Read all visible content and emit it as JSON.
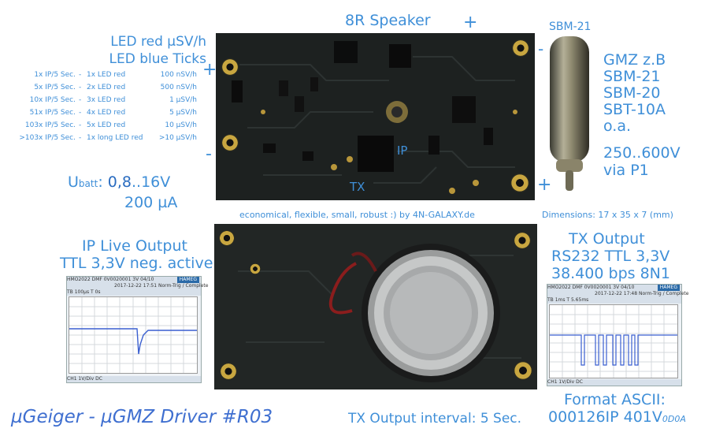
{
  "top_labels": {
    "speaker": "8R Speaker",
    "tube_name": "SBM-21",
    "plus_top": "+",
    "minus_right": "-",
    "plus_left": "+",
    "minus_left": "-",
    "plus_bottom": "+",
    "ip_marker": "IP",
    "tx_marker": "TX"
  },
  "led_header": {
    "line1": "LED red µSV/h",
    "line2": "LED blue Ticks"
  },
  "led_table": [
    {
      "ip": "1x IP/5 Sec.",
      "dash": "-",
      "led": "1x LED red",
      "rate": "100 nSV/h"
    },
    {
      "ip": "5x IP/5 Sec.",
      "dash": "-",
      "led": "2x LED red",
      "rate": "500 nSV/h"
    },
    {
      "ip": "10x IP/5 Sec.",
      "dash": "-",
      "led": "3x LED red",
      "rate": "1 µSV/h"
    },
    {
      "ip": "51x IP/5 Sec.",
      "dash": "-",
      "led": "4x LED red",
      "rate": "5 µSV/h"
    },
    {
      "ip": "103x IP/5 Sec.",
      "dash": "-",
      "led": "5x LED red",
      "rate": "10 µSV/h"
    },
    {
      "ip": ">103x IP/5 Sec.",
      "dash": "-",
      "led": "1x long LED red",
      "rate": ">10 µSV/h"
    }
  ],
  "power": {
    "ubatt_label": "U",
    "ubatt_sub": "batt",
    "ubatt_colon": ":",
    "voltage_a": "0,8",
    "voltage_b": "..16V",
    "current": "200 µA"
  },
  "tube_info": {
    "lines": [
      "GMZ z.B",
      "SBM-21",
      "SBM-20",
      "SBT-10A",
      "o.a."
    ],
    "voltage": "250..600V",
    "via": "via P1"
  },
  "middle": {
    "slogan": "economical, flexible, small, robust :) by 4N-GALAXY.de",
    "dimensions": "Dimensions: 17 x 35 x 7 (mm)"
  },
  "ip_output": {
    "line1": "IP Live Output",
    "line2": "TTL 3,3V neg. active"
  },
  "tx_output": {
    "line1": "TX Output",
    "line2": "RS232 TTL 3,3V",
    "line3": "38.400 bps 8N1"
  },
  "footer": {
    "title": "µGeiger - µGMZ Driver #R03",
    "interval": "TX Output interval: 5 Sec.",
    "format_label": "Format ASCII:",
    "format_value": "000126IP 401V",
    "format_suffix": "0D0A"
  },
  "scope_left": {
    "brand": "HAMEG",
    "header": "HMO2022 DMF 0V0020001 3V 04/10",
    "status": "2017-12-22 17:51 Norm-Trig / Complete",
    "tb": "TB 100µs   T 0s",
    "ch": "CH1 1V/Div DC"
  },
  "scope_right": {
    "brand": "HAMEG",
    "header": "HMO2022 DMF 0V0020001 3V 04/10",
    "status": "2017-12-22 17:48 Norm-Trig / Complete",
    "tb": "TB 1ms   T 5.65ms",
    "ch": "CH1 1V/Div DC"
  },
  "colors": {
    "accent_blue": "#3f8fd8",
    "title_blue": "#3f6fd0",
    "pcb_dark": "#1c1f1f",
    "pad_gold": "#c8a640"
  }
}
